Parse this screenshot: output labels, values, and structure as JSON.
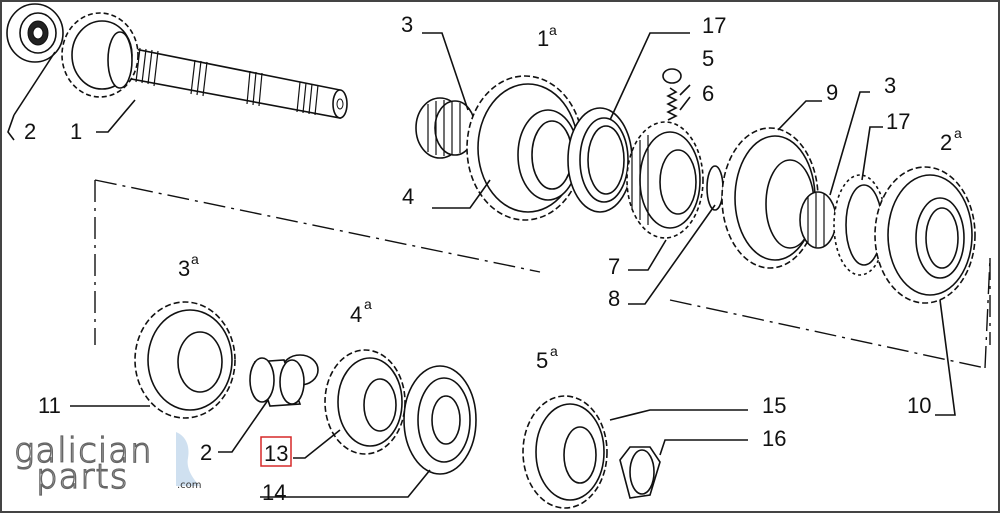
{
  "callouts": {
    "c1": "1",
    "c2": "2",
    "c3a": "3",
    "c3b": "3",
    "c4": "4",
    "c5": "5",
    "c6": "6",
    "c7": "7",
    "c8": "8",
    "c9": "9",
    "c10": "10",
    "c11": "11",
    "c12": "2",
    "c13": "13",
    "c14": "14",
    "c15": "15",
    "c16": "16",
    "c17a": "17",
    "c17b": "17"
  },
  "gear_labels": {
    "g1": "1",
    "g2": "2",
    "g3": "3",
    "g4": "4",
    "g5": "5",
    "sup": "a"
  },
  "logo": {
    "line1": "galician",
    "line2": "parts",
    "domain": ".com"
  },
  "highlight": {
    "color": "#d62828"
  }
}
